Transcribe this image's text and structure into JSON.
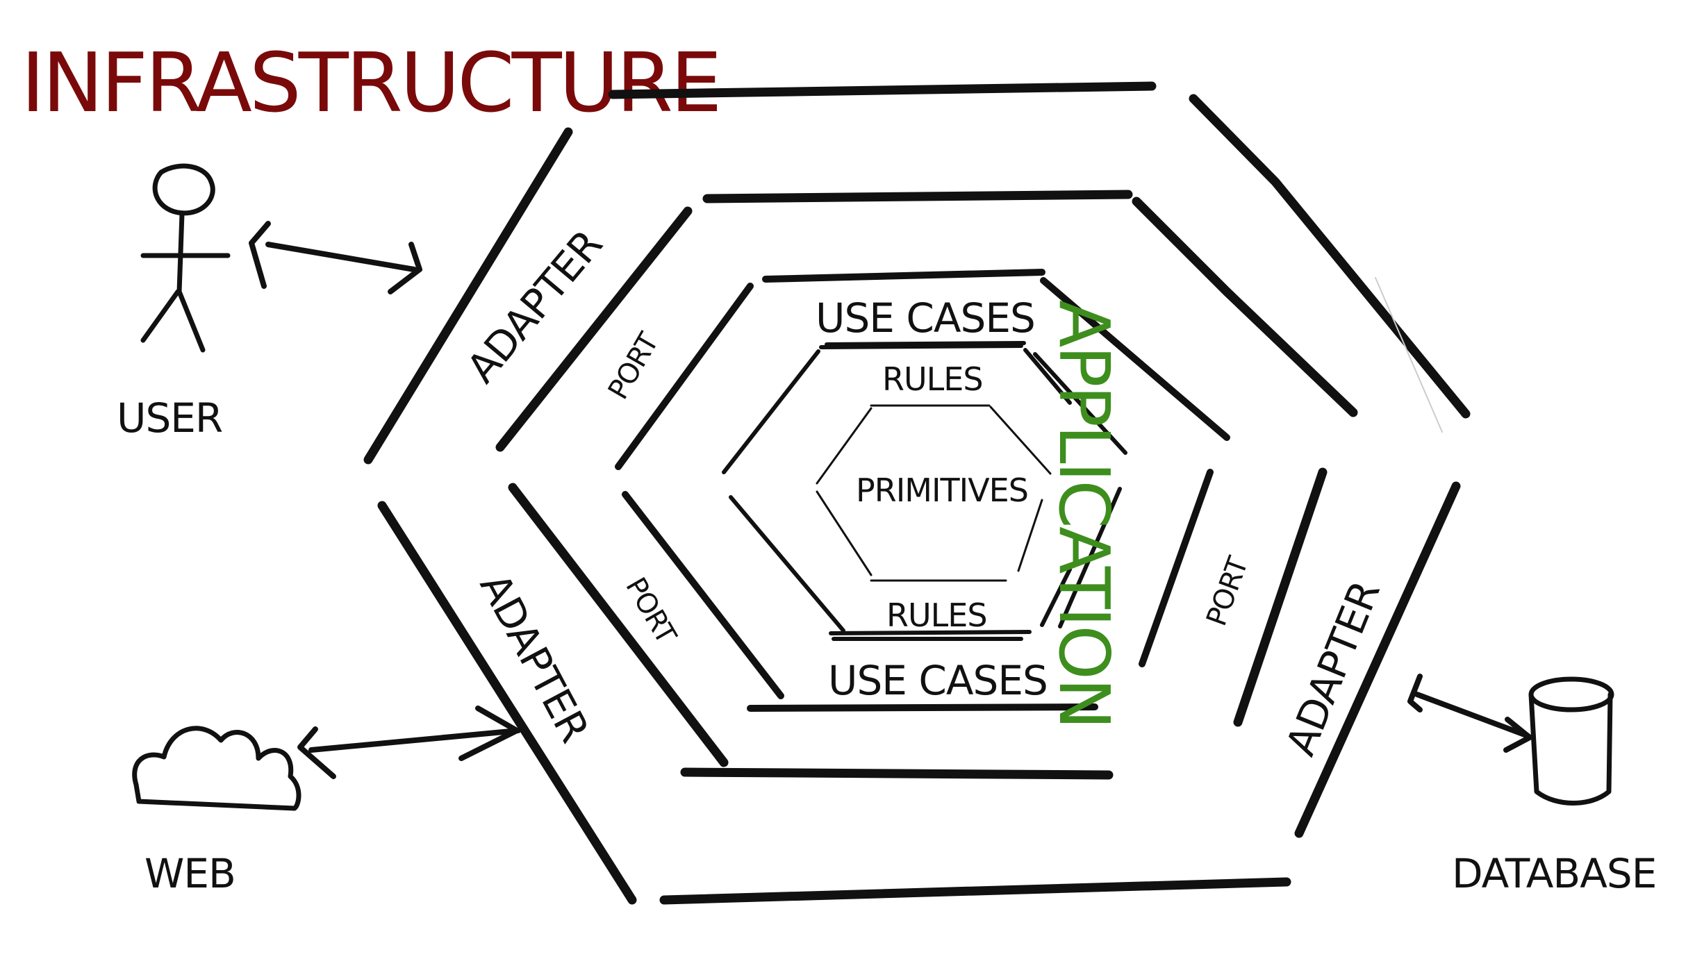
{
  "title": "INFRASTRUCTURE",
  "layers": {
    "application": "APPLICATION",
    "adapter_top_left": "ADAPTER",
    "adapter_bottom_left": "ADAPTER",
    "adapter_right": "ADAPTER",
    "port_top_left": "PORT",
    "port_bottom_left": "PORT",
    "port_right": "PORT",
    "use_cases_top": "USE CASES",
    "use_cases_bottom": "USE CASES",
    "rules_top": "RULES",
    "rules_bottom": "RULES",
    "primitives": "PRIMITIVES"
  },
  "actors": {
    "user": "USER",
    "web": "WEB",
    "database": "DATABASE"
  },
  "colors": {
    "title": "#7a0a0a",
    "application": "#3e8e1e",
    "ink": "#111111"
  },
  "icons": [
    "stick-figure-icon",
    "cloud-icon",
    "database-cylinder-icon",
    "double-arrow-icon"
  ]
}
